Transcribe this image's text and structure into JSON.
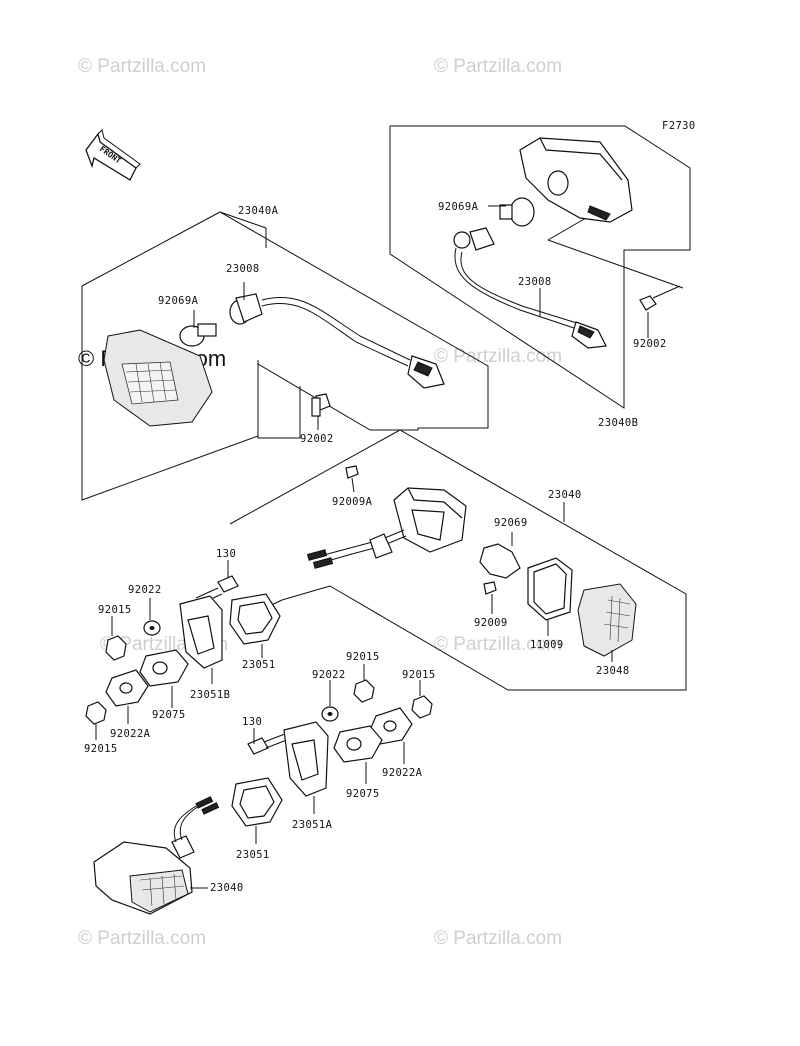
{
  "figure_code": "F2730",
  "front_label": "FRONT",
  "watermarks": [
    "© Partzilla.com",
    "© Partzilla.com",
    "© Partzilla.com",
    "© Partzilla.com",
    "© Partzilla.com",
    "© Partzilla.com",
    "© Partzilla.com"
  ],
  "callouts": {
    "p23040A": "23040A",
    "p23008_left": "23008",
    "p92069A_left": "92069A",
    "p92002_left": "92002",
    "p92069A_right": "92069A",
    "p23008_right": "23008",
    "p92002_right": "92002",
    "p23040B": "23040B",
    "p92009A": "92009A",
    "p23040_mid": "23040",
    "p92069": "92069",
    "p92009": "92009",
    "p11009": "11009",
    "p23048": "23048",
    "p130_top": "130",
    "p92022_top": "92022",
    "p92015_a": "92015",
    "p23051_top": "23051",
    "p23051B": "23051B",
    "p92075_top": "92075",
    "p92022A_left": "92022A",
    "p92015_b": "92015",
    "p92015_c": "92015",
    "p92022_mid": "92022",
    "p92015_d": "92015",
    "p130_bot": "130",
    "p92075_bot": "92075",
    "p92022A_right": "92022A",
    "p23051A": "23051A",
    "p23051_bot": "23051",
    "p23040_bot": "23040"
  }
}
